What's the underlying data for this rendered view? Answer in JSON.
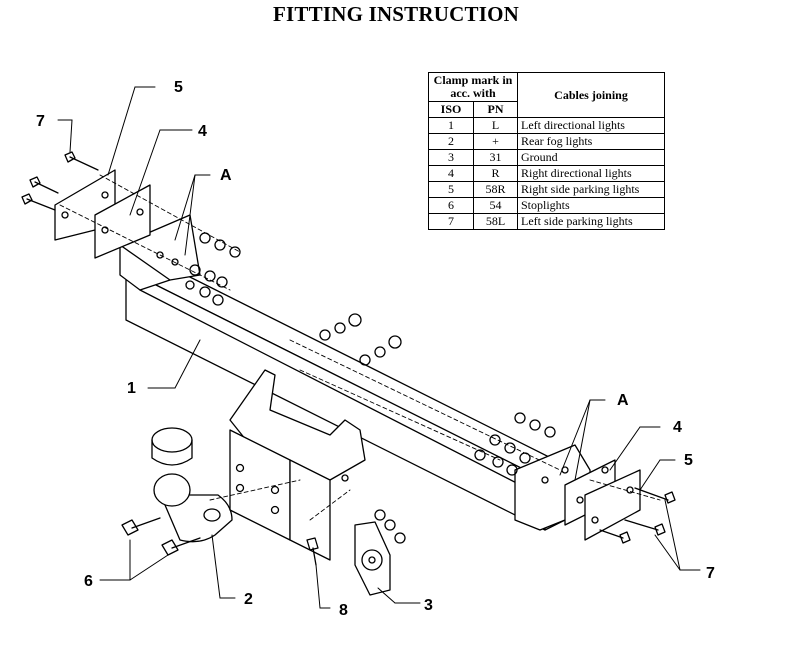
{
  "title": "FITTING INSTRUCTION",
  "table": {
    "header_clamp": "Clamp mark in acc. with",
    "header_iso": "ISO",
    "header_pn": "PN",
    "header_cables": "Cables joining",
    "rows": [
      {
        "iso": "1",
        "pn": "L",
        "cable": "Left directional lights"
      },
      {
        "iso": "2",
        "pn": "+",
        "cable": "Rear fog lights"
      },
      {
        "iso": "3",
        "pn": "31",
        "cable": "Ground"
      },
      {
        "iso": "4",
        "pn": "R",
        "cable": "Right directional lights"
      },
      {
        "iso": "5",
        "pn": "58R",
        "cable": "Right side parking lights"
      },
      {
        "iso": "6",
        "pn": "54",
        "cable": "Stoplights"
      },
      {
        "iso": "7",
        "pn": "58L",
        "cable": "Left side parking lights"
      }
    ]
  },
  "callouts": {
    "frame": "1",
    "ball": "2",
    "socket_plate": "3",
    "plate_left": "4",
    "plate_right": "4",
    "cover_left": "5",
    "cover_right": "5",
    "bolts_ball": "6",
    "bolts_left": "7",
    "bolts_right": "7",
    "bolt_small": "8",
    "a_left": "A",
    "a_right": "A"
  }
}
